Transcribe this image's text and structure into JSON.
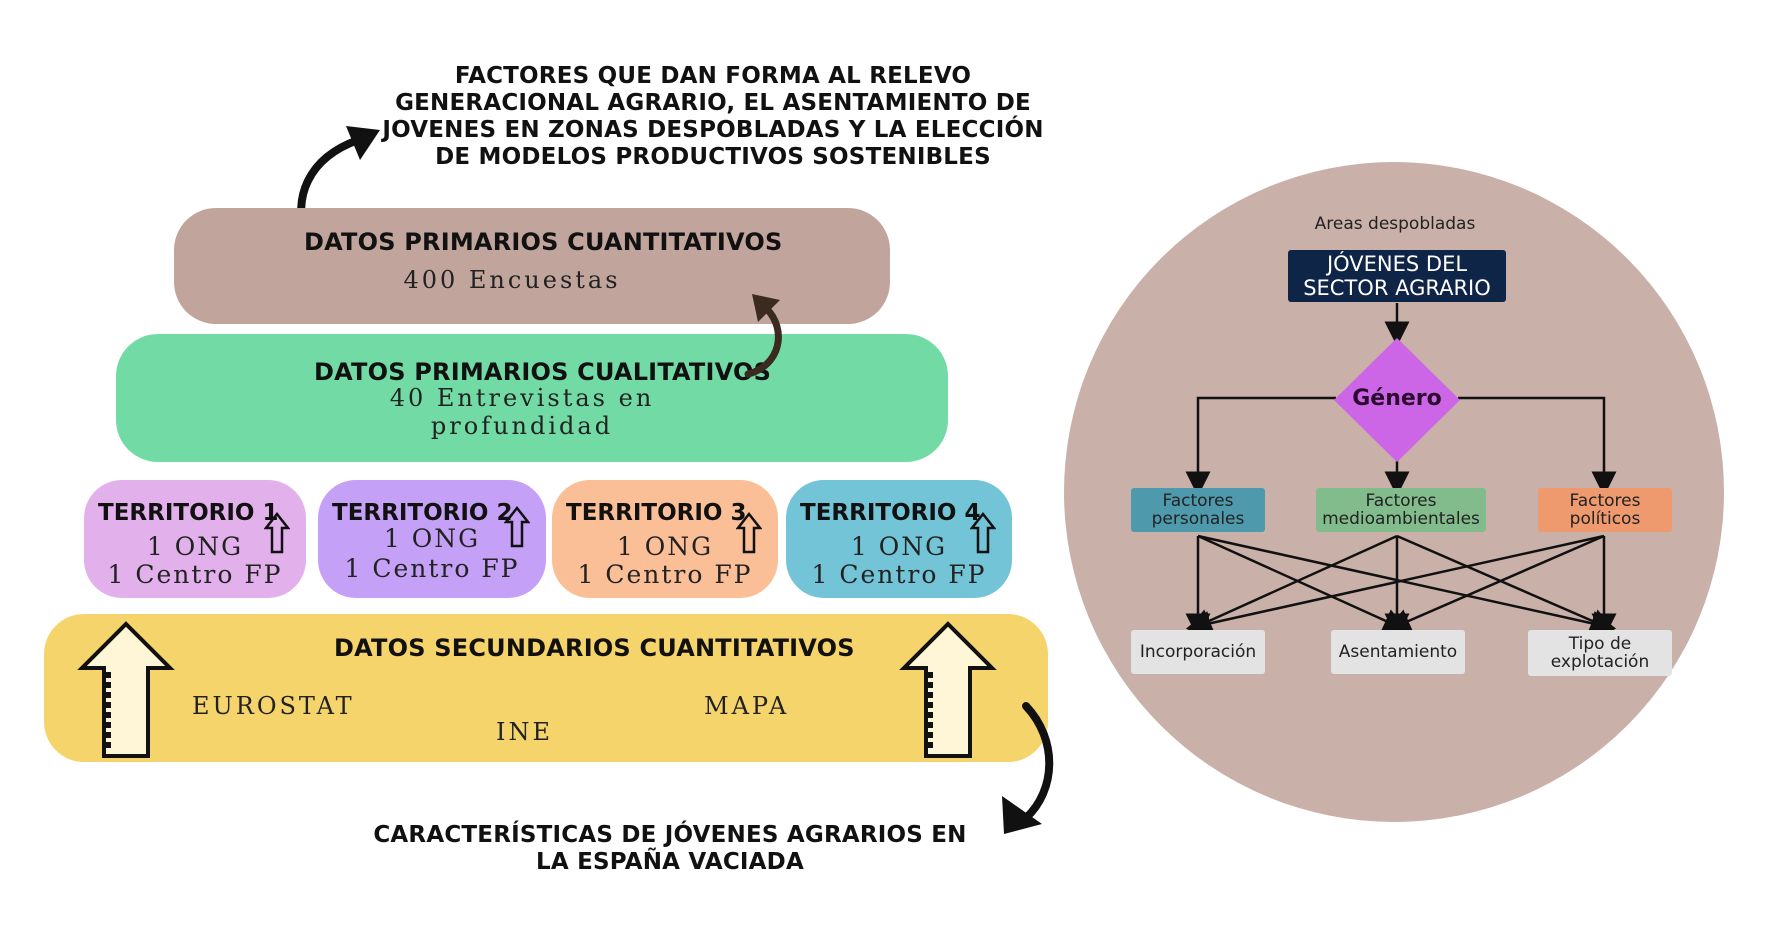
{
  "top_heading": "FACTORES QUE DAN FORMA AL RELEVO GENERACIONAL AGRARIO, EL ASENTAMIENTO DE JOVENES EN ZONAS DESPOBLADAS Y LA ELECCIÓN DE MODELOS PRODUCTIVOS SOSTENIBLES",
  "bottom_heading": "CARACTERÍSTICAS DE JÓVENES AGRARIOS EN LA ESPAÑA VACIADA",
  "pyramid": {
    "quantitative": {
      "title": "DATOS PRIMARIOS CUANTITATIVOS",
      "detail": "400 Encuestas",
      "color": "#c1a59d"
    },
    "qualitative": {
      "title": "DATOS PRIMARIOS CUALITATIVOS",
      "detail_line1": "40 Entrevistas en",
      "detail_line2": "profundidad",
      "color": "#72dba5"
    },
    "territories": [
      {
        "title": "TERRITORIO 1",
        "line1": "1 ONG",
        "line2": "1 Centro FP",
        "color": "#e2b1ec"
      },
      {
        "title": "TERRITORIO 2",
        "line1": "1 ONG",
        "line2": "1 Centro FP",
        "color": "#c4a1f6"
      },
      {
        "title": "TERRITORIO 3",
        "line1": "1 ONG",
        "line2": "1 Centro FP",
        "color": "#fbbf97"
      },
      {
        "title": "TERRITORIO 4",
        "line1": "1 ONG",
        "line2": "1 Centro FP",
        "color": "#72c4d6"
      }
    ],
    "secondary": {
      "title": "DATOS SECUNDARIOS CUANTITATIVOS",
      "sources": [
        "EUROSTAT",
        "INE",
        "MAPA"
      ],
      "color": "#f6d46c"
    }
  },
  "flowchart": {
    "circle_color": "#c9b1a9",
    "area_label": "Areas despobladas",
    "root_line1": "JÓVENES DEL",
    "root_line2": "SECTOR AGRARIO",
    "decision": "Género",
    "factors": [
      {
        "line1": "Factores",
        "line2": "personales",
        "color": "#4e9aac"
      },
      {
        "line1": "Factores",
        "line2": "medioambientales",
        "color": "#82bc8c"
      },
      {
        "line1": "Factores",
        "line2": "políticos",
        "color": "#ee9a6e"
      }
    ],
    "outcomes": [
      {
        "line1": "Incorporación",
        "line2": ""
      },
      {
        "line1": "Asentamiento",
        "line2": ""
      },
      {
        "line1": "Tipo de",
        "line2": "explotación"
      }
    ]
  }
}
